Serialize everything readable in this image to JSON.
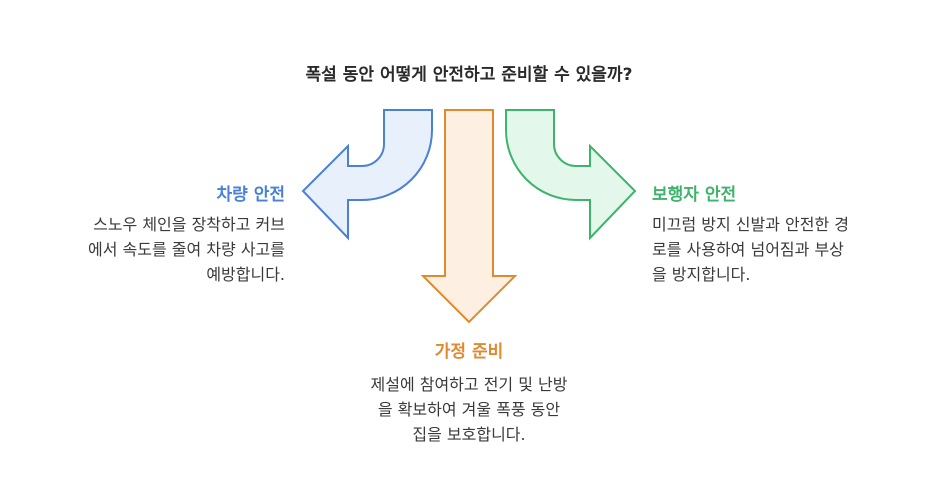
{
  "title": "폭설 동안 어떻게 안전하고 준비할 수 있을까?",
  "colors": {
    "left_stroke": "#4a80d6",
    "left_fill": "#e8f0fb",
    "center_stroke": "#e08a30",
    "center_fill": "#fdf0e2",
    "right_stroke": "#3db36b",
    "right_fill": "#e3f8ea"
  },
  "left": {
    "heading": "차량 안전",
    "lines": [
      "스노우 체인을 장착하고 커브",
      "에서 속도를 줄여 차량 사고를",
      "예방합니다."
    ]
  },
  "center": {
    "heading": "가정 준비",
    "lines": [
      "제설에 참여하고 전기 및 난방",
      "을 확보하여 겨울 폭풍 동안",
      "집을 보호합니다."
    ]
  },
  "right": {
    "heading": "보행자 안전",
    "lines": [
      "미끄럼 방지 신발과 안전한 경",
      "로를 사용하여 넘어짐과 부상",
      "을 방지합니다."
    ]
  }
}
